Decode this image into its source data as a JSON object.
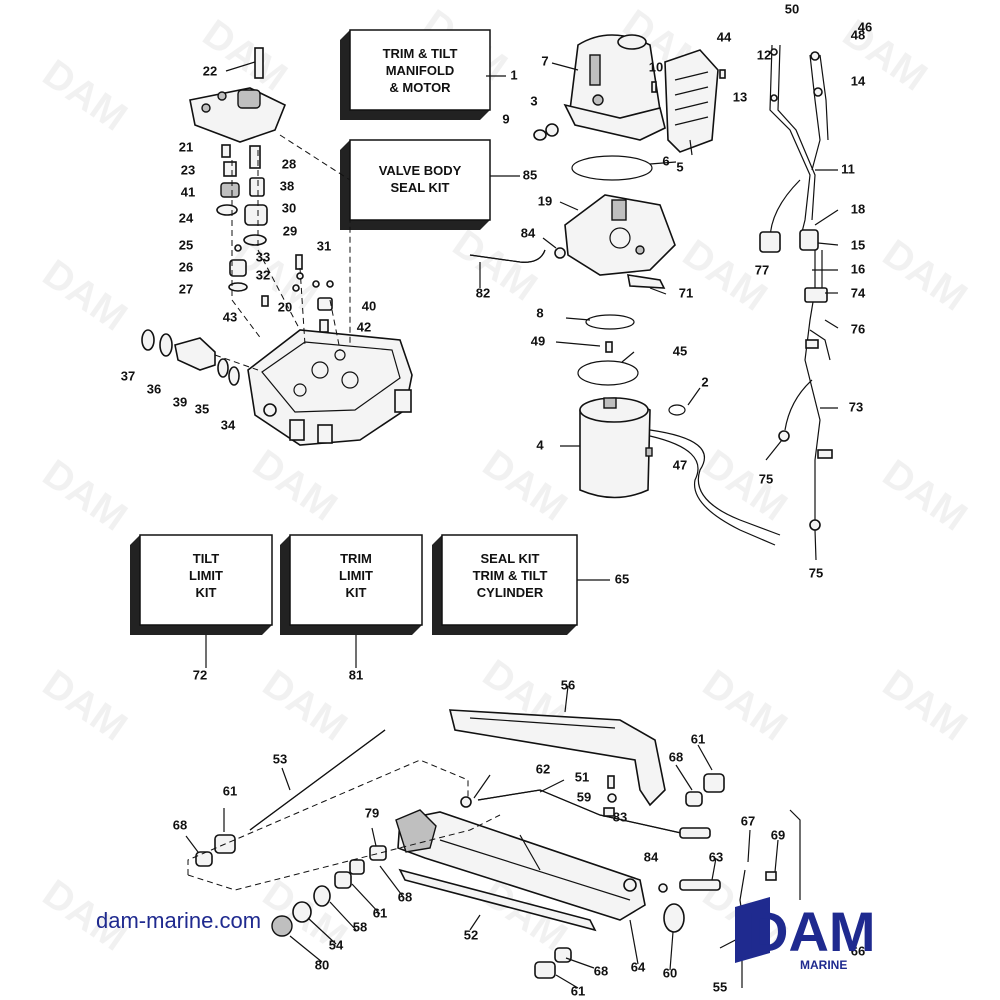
{
  "kit_boxes": [
    {
      "id": "manifold",
      "lines": [
        "TRIM & TILT",
        "MANIFOLD",
        "& MOTOR"
      ]
    },
    {
      "id": "valve",
      "lines": [
        "VALVE BODY",
        "SEAL KIT"
      ]
    },
    {
      "id": "tilt",
      "lines": [
        "TILT",
        "LIMIT",
        "KIT"
      ]
    },
    {
      "id": "trim",
      "lines": [
        "TRIM",
        "LIMIT",
        "KIT"
      ]
    },
    {
      "id": "seal",
      "lines": [
        "SEAL KIT",
        "TRIM & TILT",
        "CYLINDER"
      ]
    }
  ],
  "callouts": [
    "1",
    "2",
    "3",
    "4",
    "5",
    "6",
    "7",
    "8",
    "9",
    "10",
    "11",
    "12",
    "13",
    "14",
    "15",
    "16",
    "18",
    "19",
    "20",
    "21",
    "22",
    "23",
    "24",
    "25",
    "26",
    "27",
    "28",
    "29",
    "30",
    "31",
    "32",
    "33",
    "34",
    "35",
    "36",
    "37",
    "38",
    "39",
    "40",
    "41",
    "42",
    "43",
    "44",
    "45",
    "46",
    "47",
    "48",
    "49",
    "50",
    "51",
    "52",
    "53",
    "54",
    "55",
    "56",
    "58",
    "59",
    "60",
    "61",
    "61",
    "61",
    "61",
    "62",
    "63",
    "64",
    "65",
    "66",
    "67",
    "68",
    "68",
    "68",
    "68",
    "69",
    "71",
    "72",
    "73",
    "74",
    "75",
    "75",
    "76",
    "77",
    "79",
    "80",
    "81",
    "82",
    "83",
    "84",
    "84",
    "85"
  ],
  "watermark": "DAM",
  "website": "dam-marine.com",
  "logo": {
    "name": "DAM",
    "sub": "MARINE",
    "color": "#1f2a8f"
  }
}
